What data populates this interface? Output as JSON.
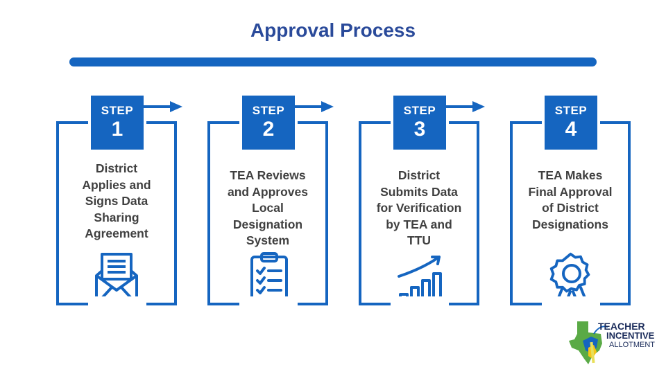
{
  "title": "Approval Process",
  "colors": {
    "accent": "#1565c0",
    "title": "#2a4a9a",
    "text": "#404040"
  },
  "steps": [
    {
      "label": "STEP",
      "number": "1",
      "lines": [
        "District",
        "Applies and",
        "Signs Data",
        "Sharing",
        "Agreement"
      ],
      "icon": "envelope-letter-icon"
    },
    {
      "label": "STEP",
      "number": "2",
      "lines": [
        "TEA Reviews",
        "and Approves",
        "Local",
        "Designation",
        "System"
      ],
      "icon": "clipboard-checklist-icon"
    },
    {
      "label": "STEP",
      "number": "3",
      "lines": [
        "District",
        "Submits Data",
        "for Verification",
        "by TEA and",
        "TTU"
      ],
      "icon": "bar-chart-growth-icon"
    },
    {
      "label": "STEP",
      "number": "4",
      "lines": [
        "TEA Makes",
        "Final Approval",
        "of District",
        "Designations"
      ],
      "icon": "award-ribbon-icon"
    }
  ],
  "logo": {
    "line1": "TEACHER",
    "line2": "INCENTIVE",
    "line3": "ALLOTMENT",
    "icon": "texas-map-logo-icon"
  }
}
